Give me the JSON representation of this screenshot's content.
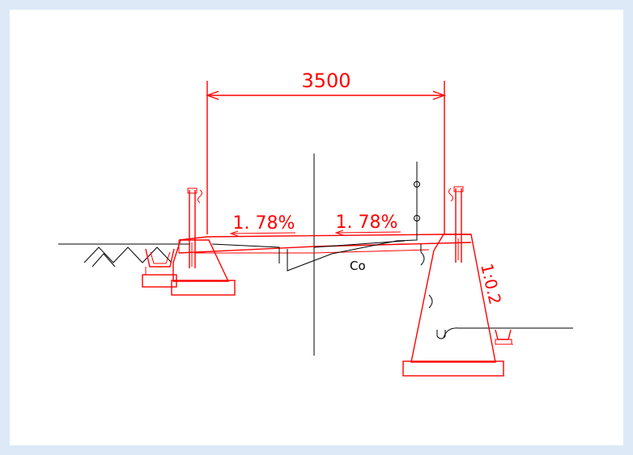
{
  "drawing": {
    "span_dimension": "3500",
    "slope_left": "1. 78%",
    "slope_right": "1. 78%",
    "material_label": "Co",
    "batter_ratio": "1:0.2",
    "colors": {
      "dimension": "#ff0000",
      "linework": "#000000",
      "background": "#dde9f6"
    }
  }
}
